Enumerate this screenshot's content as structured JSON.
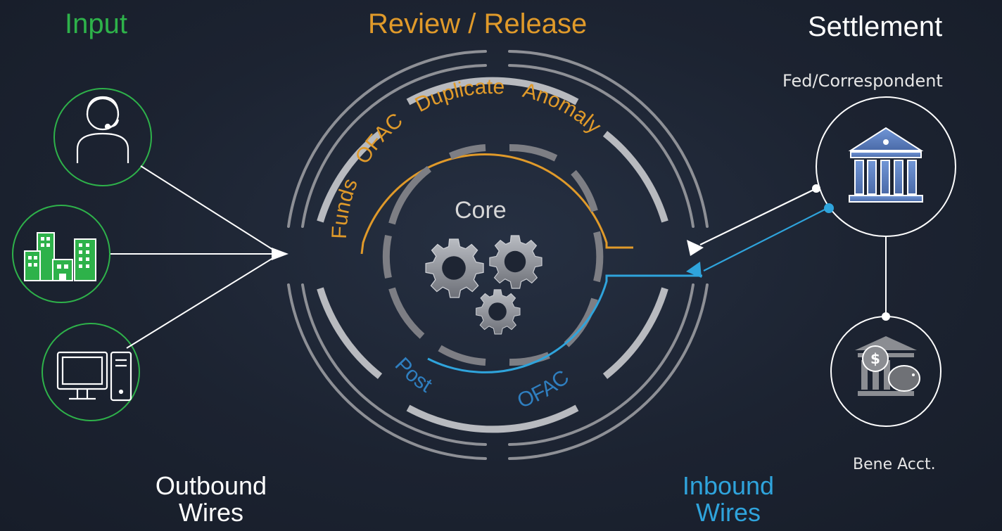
{
  "columns": {
    "input": "Input",
    "review": "Review / Release",
    "settlement": "Settlement"
  },
  "settlement": {
    "fed": "Fed/Correspondent",
    "bene": "Bene Acct."
  },
  "core": "Core",
  "review_checks": [
    "Funds",
    "OFAC",
    "Duplicate",
    "Anomaly"
  ],
  "inbound_checks": [
    "Post",
    "OFAC"
  ],
  "flows": {
    "outbound_line1": "Outbound",
    "outbound_line2": "Wires",
    "inbound_line1": "Inbound",
    "inbound_line2": "Wires"
  },
  "icons": [
    "headset-agent-icon",
    "office-buildings-icon",
    "desktop-computer-icon",
    "bank-building-icon",
    "bank-piggy-dollar-icon",
    "gears-icon"
  ],
  "colors": {
    "input": "#2eb24a",
    "review": "#e09a2a",
    "inbound": "#2fa4dc",
    "ring": "#9a9a9a",
    "bank": "#5b7fbf"
  }
}
